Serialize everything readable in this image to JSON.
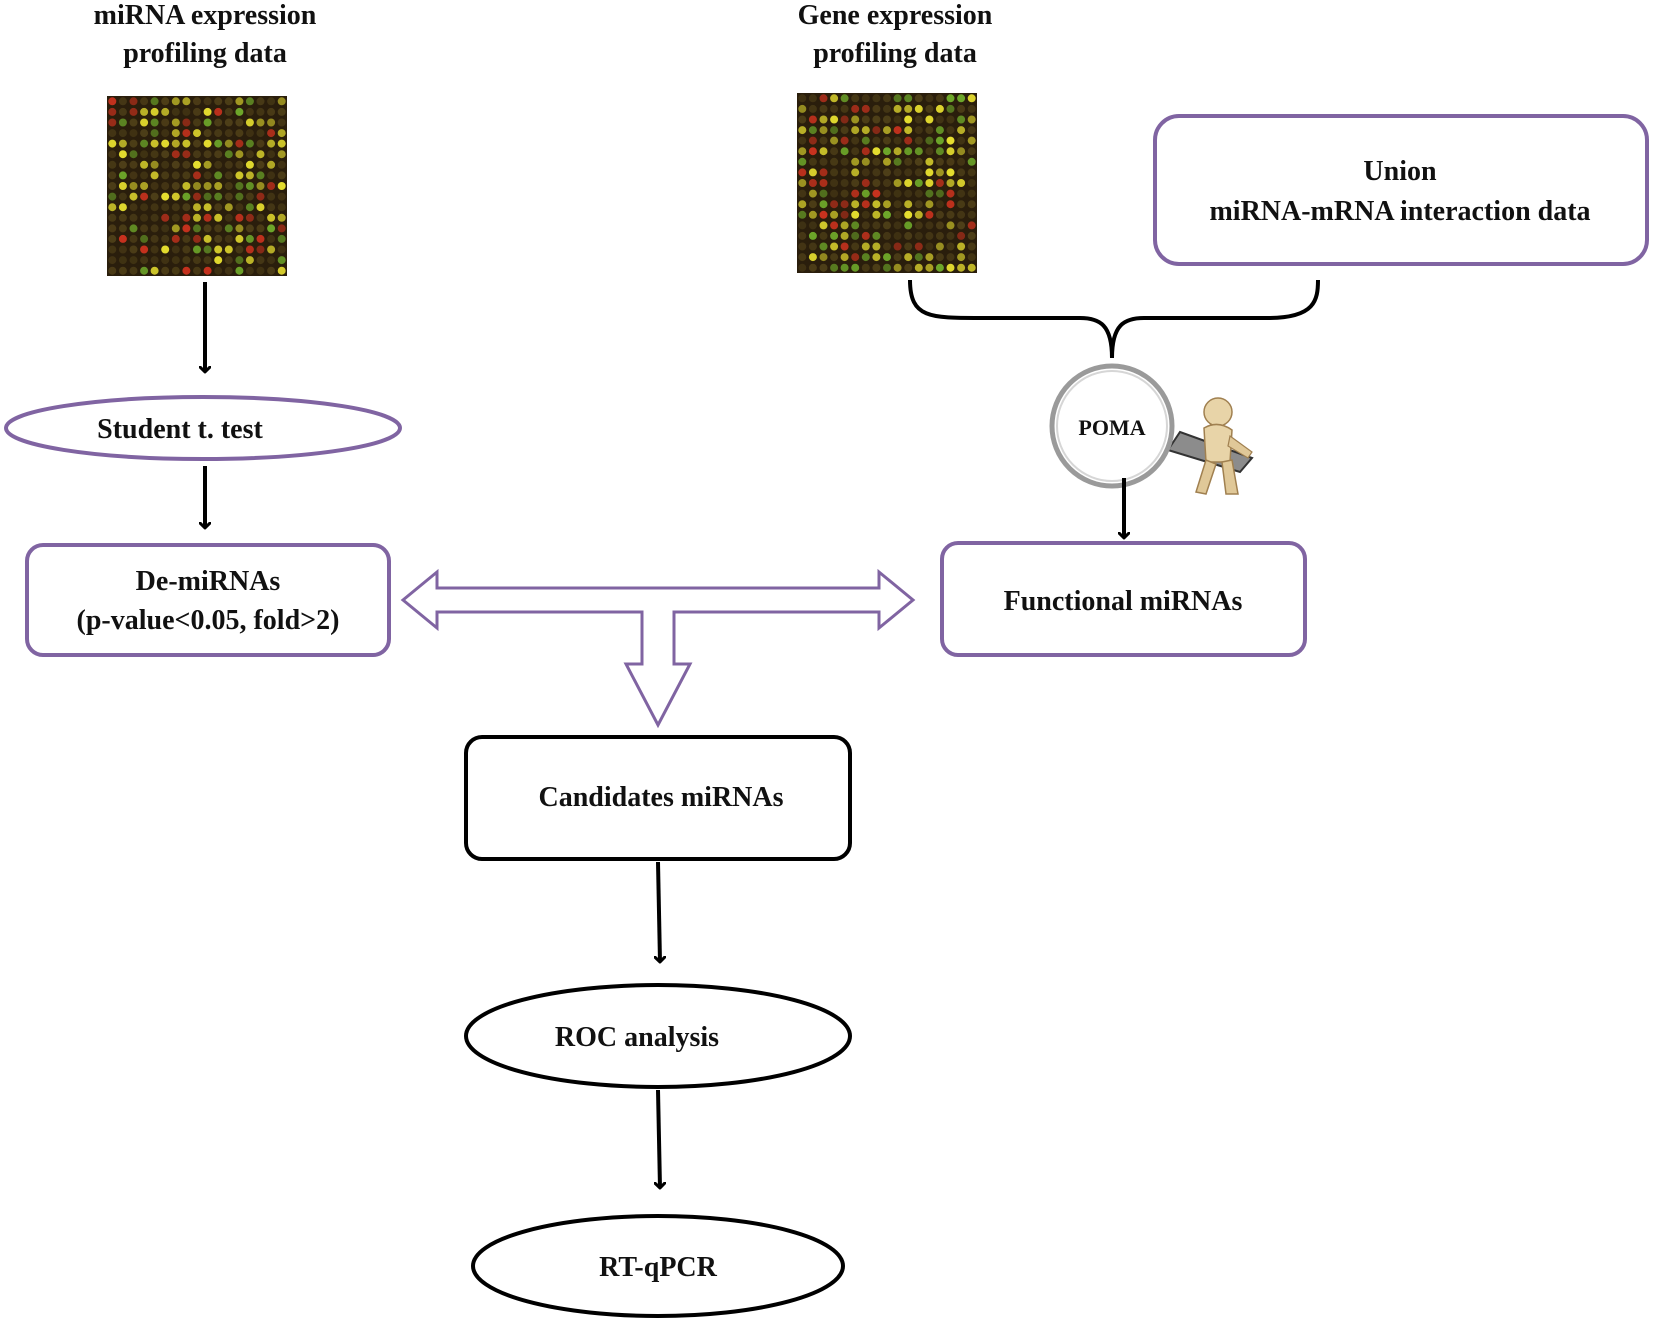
{
  "diagram": {
    "mirna_source": {
      "line1": "miRNA expression",
      "line2": "profiling data"
    },
    "gene_source": {
      "line1": "Gene expression",
      "line2": "profiling data"
    },
    "union_box": {
      "line1": "Union",
      "line2": "miRNA-mRNA interaction data"
    },
    "poma": {
      "label": "POMA"
    },
    "student_test": {
      "label": "Student t. test"
    },
    "de_mirnas": {
      "line1": "De-miRNAs",
      "line2": "(p-value<0.05,  fold>2)"
    },
    "functional_mirnas": {
      "label": "Functional miRNAs"
    },
    "candidates": {
      "label": "Candidates miRNAs"
    },
    "roc": {
      "label": "ROC analysis"
    },
    "rtqpcr": {
      "label": "RT-qPCR"
    }
  },
  "colors": {
    "purple_border": "#8064a2",
    "black": "#000000",
    "microarray_bg": "#2a1e0c",
    "spot_yellow": "#e8e030",
    "spot_green": "#6ea82a",
    "spot_red": "#c8321e",
    "spot_dim": "#4e3f18"
  },
  "icons": {
    "microarray": "microarray-grid-icon",
    "magnifier_figure": "person-with-magnifier-icon"
  }
}
